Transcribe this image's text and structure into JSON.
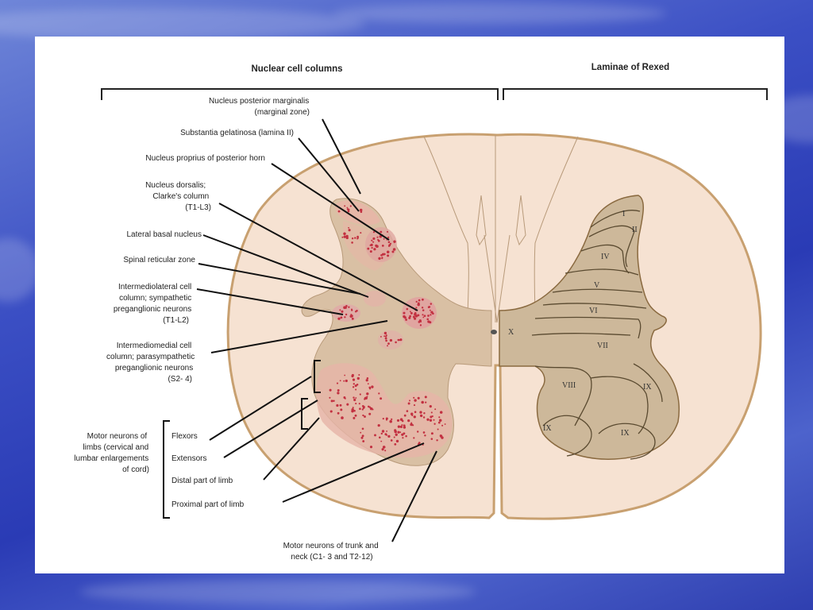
{
  "headers": {
    "nuclear_cell_columns": "Nuclear cell columns",
    "laminae_of_rexed": "Laminae of Rexed"
  },
  "labels": {
    "nucleus_posterior_marginalis": [
      "Nucleus posterior marginalis",
      "(marginal zone)"
    ],
    "substantia_gelatinosa": [
      "Substantia gelatinosa (lamina II)"
    ],
    "nucleus_proprius": [
      "Nucleus proprius of posterior horn"
    ],
    "nucleus_dorsalis": [
      "Nucleus dorsalis;",
      "Clarke's column",
      "(T1-L3)"
    ],
    "lateral_basal_nucleus": [
      "Lateral basal nucleus"
    ],
    "spinal_reticular_zone": [
      "Spinal reticular zone"
    ],
    "intermediolateral": [
      "Intermediolateral cell",
      "column; sympathetic",
      "preganglionic neurons",
      "(T1-L2)"
    ],
    "intermediomedial": [
      "Intermediomedial cell",
      "column; parasympathetic",
      "preganglionic neurons",
      "(S2- 4)"
    ],
    "motor_neurons_limbs": [
      "Motor neurons of",
      "limbs (cervical and",
      "lumbar enlargements",
      "of cord)"
    ],
    "flexors": [
      "Flexors"
    ],
    "extensors": [
      "Extensors"
    ],
    "distal_limb": [
      "Distal part of limb"
    ],
    "proximal_limb": [
      "Proximal part of limb"
    ],
    "motor_neurons_trunk": [
      "Motor neurons of trunk and",
      "neck (C1- 3 and T2-12)"
    ]
  },
  "laminae": {
    "I": "I",
    "II": "II",
    "IV": "IV",
    "V": "V",
    "VI": "VI",
    "VII": "VII",
    "VIII": "VIII",
    "IX_a": "IX",
    "IX_b": "IX",
    "IX_c": "IX",
    "X": "X"
  },
  "colors": {
    "white_matter": "#f6e2d2",
    "gray_matter": "#d9c0a4",
    "lamina_fill": "#cdb89a",
    "nuclei_dots": "#c23040",
    "outline": "#9a7a4a",
    "slide_bg": "#3b4fc4"
  }
}
